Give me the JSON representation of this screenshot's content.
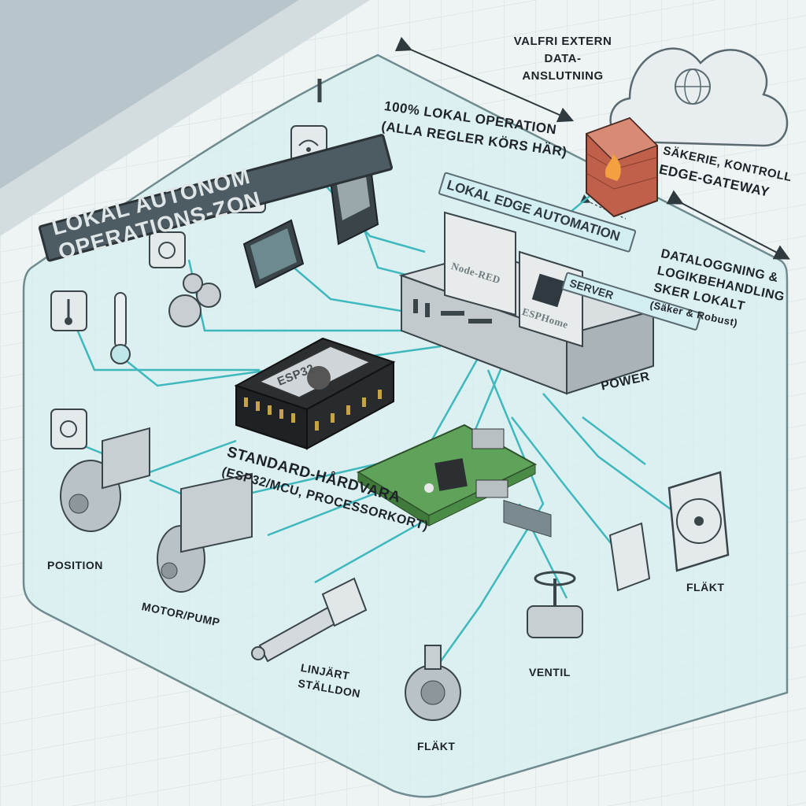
{
  "zone_title": "LOKAL AUTONOM OPERATIONS-ZON",
  "cloud": {
    "label_line1": "VALFRI EXTERN",
    "label_line2": "DATA-ANSLUTNING"
  },
  "local_operation": {
    "line1": "100% LOKAL OPERATION",
    "line2": "(ALLA REGLER KÖRS HÄR)"
  },
  "gateway": {
    "line1": "SÄKERIE, KONTROLL",
    "line2": "EDGE-GATEWAY"
  },
  "server": {
    "title_line1": "LOKAL EDGE AUTOMATION",
    "title_line2": "SERVER",
    "nodered": "Node-RED",
    "esphome": "ESPHome",
    "power": "POWER"
  },
  "logging": {
    "line1": "DATALOGGNING &",
    "line2": "LOGIKBEHANDLING",
    "line3": "SKER LOKALT",
    "line4": "(Säker & Robust)"
  },
  "hardware": {
    "chip": "ESP32",
    "line1": "STANDARD-HÅRDVARA",
    "line2": "(ESP32/MCU, PROCESSORKORT)"
  },
  "devices": {
    "position": "POSITION",
    "motor": "MOTOR/PUMP",
    "actuator_line1": "LINJÄRT",
    "actuator_line2": "STÄLLDON",
    "fan_bottom": "FLÄKT",
    "valve": "VENTIL",
    "fan_right": "FLÄKT"
  },
  "colors": {
    "zone_fill": "#d6eff0",
    "zone_stroke": "#6f8b90",
    "wire": "#3fb8bd",
    "banner": "#4d5c62",
    "firewall": "#c0604a",
    "board": "#5fa35a"
  }
}
